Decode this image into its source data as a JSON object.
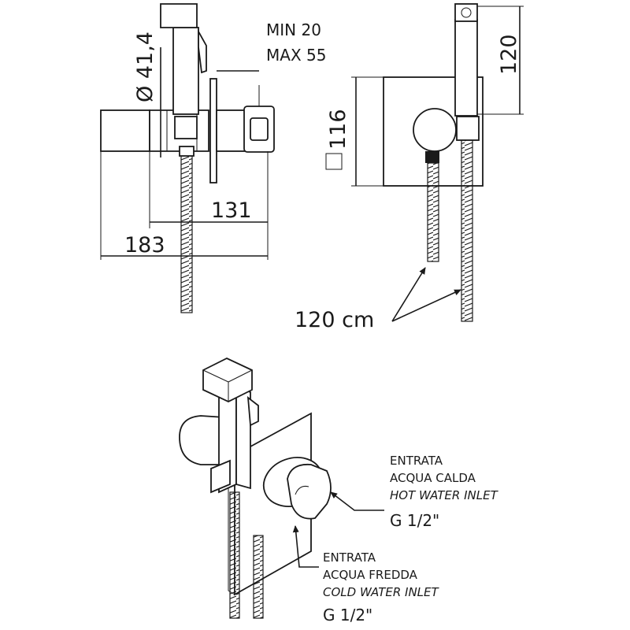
{
  "dimensions": {
    "diameter": "Ø 41,4",
    "min": "MIN 20",
    "max": "MAX 55",
    "width_131": "131",
    "width_183": "183",
    "height_116": "116",
    "height_120": "120",
    "hose_length": "120 cm"
  },
  "labels": {
    "hot": {
      "line1": "ENTRATA",
      "line2": "ACQUA CALDA",
      "line3": "HOT WATER INLET",
      "thread": "G 1/2\""
    },
    "cold": {
      "line1": "ENTRATA",
      "line2": "ACQUA FREDDA",
      "line3": "COLD WATER INLET",
      "thread": "G 1/2\""
    }
  }
}
